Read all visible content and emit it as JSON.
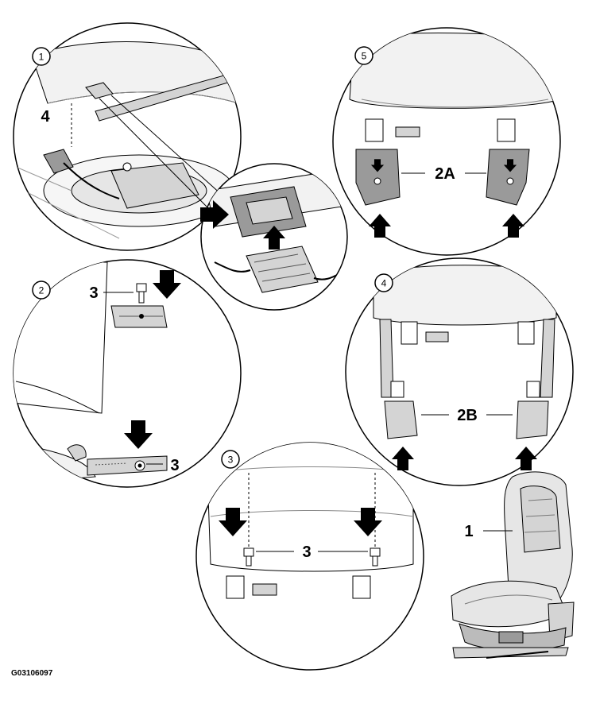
{
  "colors": {
    "line": "#000000",
    "fill_light": "#f2f2f2",
    "fill_mid": "#d4d4d4",
    "fill_dark": "#9a9a9a",
    "arrow": "#000000"
  },
  "steps": {
    "s1": "1",
    "s2": "2",
    "s3": "3",
    "s4": "4",
    "s5": "5"
  },
  "callouts": {
    "connector": "4",
    "bolt_upper": "3",
    "bolt_lower": "3",
    "bolts_front": "3",
    "cover_rear": "2A",
    "cover_front": "2B",
    "seat": "1"
  },
  "reference_code": "G03106097"
}
